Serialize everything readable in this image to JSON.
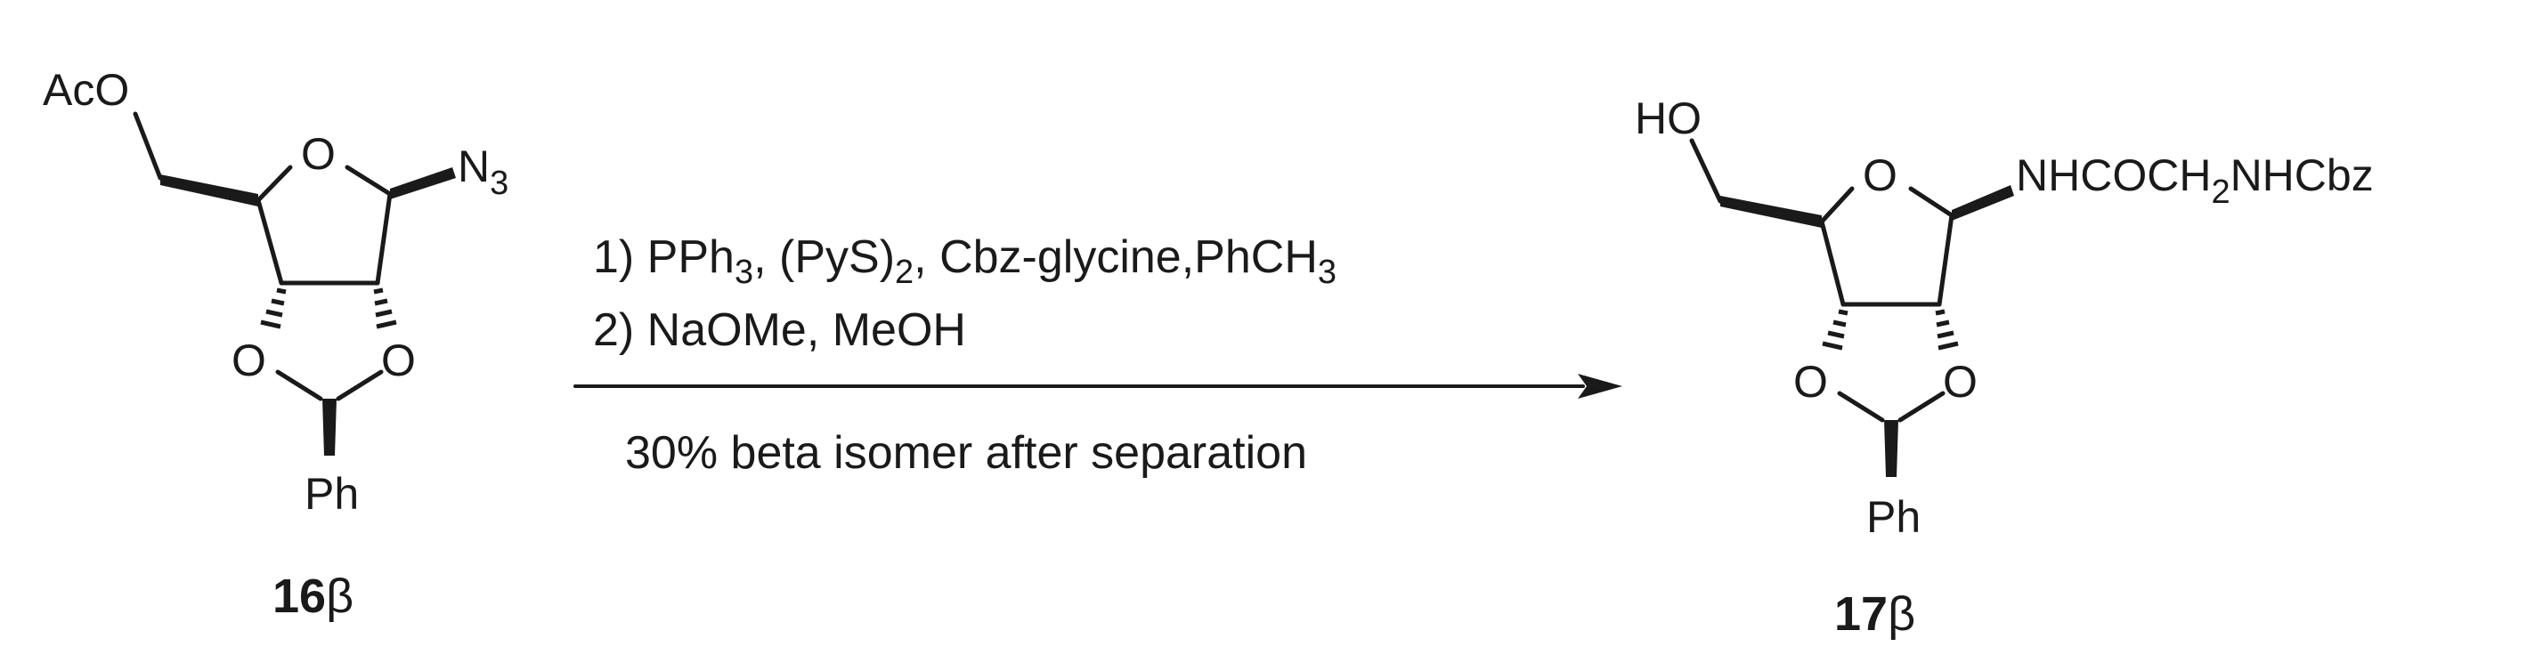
{
  "reactant": {
    "acetate_group": "AcO",
    "ring_oxygen": "O",
    "azide_main": "N",
    "azide_sub": "3",
    "dioxolane_oxygen_left": "O",
    "dioxolane_oxygen_right": "O",
    "phenyl": "Ph",
    "compound_number": "16",
    "compound_suffix": "β"
  },
  "conditions": {
    "step1": {
      "prefix": "1) PPh",
      "sub1": "3",
      "mid1": ", (PyS)",
      "sub2": "2",
      "mid2": ", Cbz-glycine,PhCH",
      "sub3": "3"
    },
    "step2": "2) NaOMe, MeOH",
    "note": "30% beta isomer after separation"
  },
  "product": {
    "hydroxyl_group": "HO",
    "ring_oxygen": "O",
    "amide_part1": "NHCOCH",
    "amide_sub": "2",
    "amide_part2": "NHCbz",
    "dioxolane_oxygen_left": "O",
    "dioxolane_oxygen_right": "O",
    "phenyl": "Ph",
    "compound_number": "17",
    "compound_suffix": "β"
  },
  "colors": {
    "ink": "#1a1a1a",
    "background": "#ffffff"
  }
}
